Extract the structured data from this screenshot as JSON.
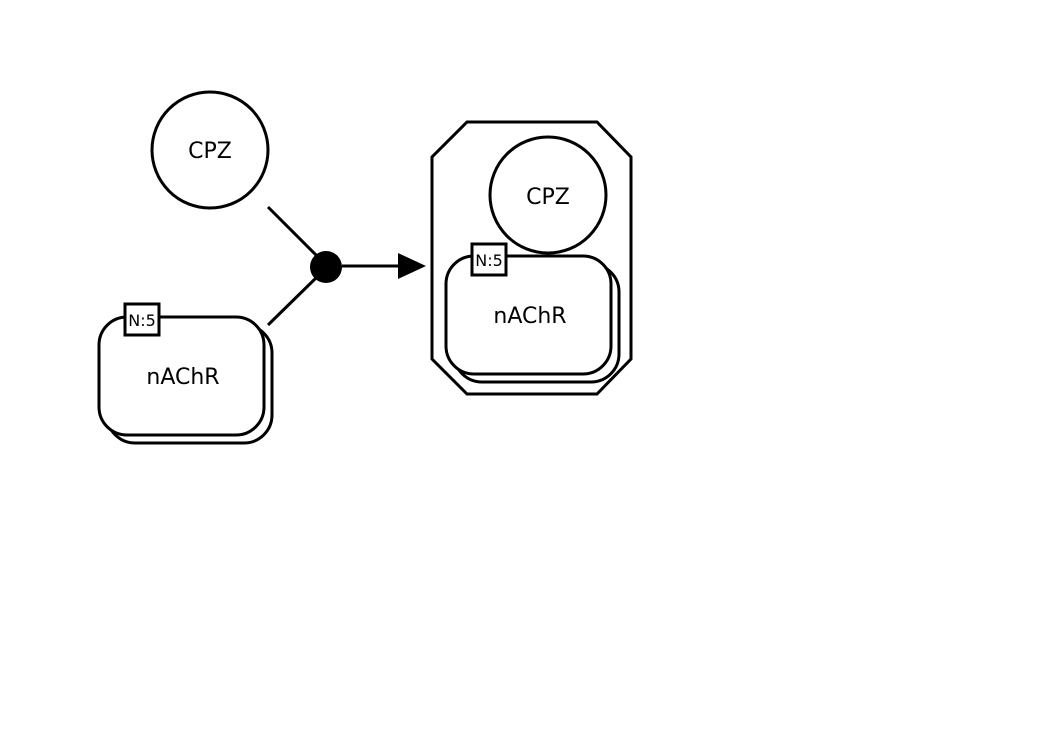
{
  "reactants": {
    "small_molecule": {
      "label": "CPZ"
    },
    "macromolecule": {
      "label": "nAChR",
      "multimer": "N:5"
    }
  },
  "product": {
    "complex": {
      "small_molecule": {
        "label": "CPZ"
      },
      "macromolecule": {
        "label": "nAChR",
        "multimer": "N:5"
      }
    }
  }
}
